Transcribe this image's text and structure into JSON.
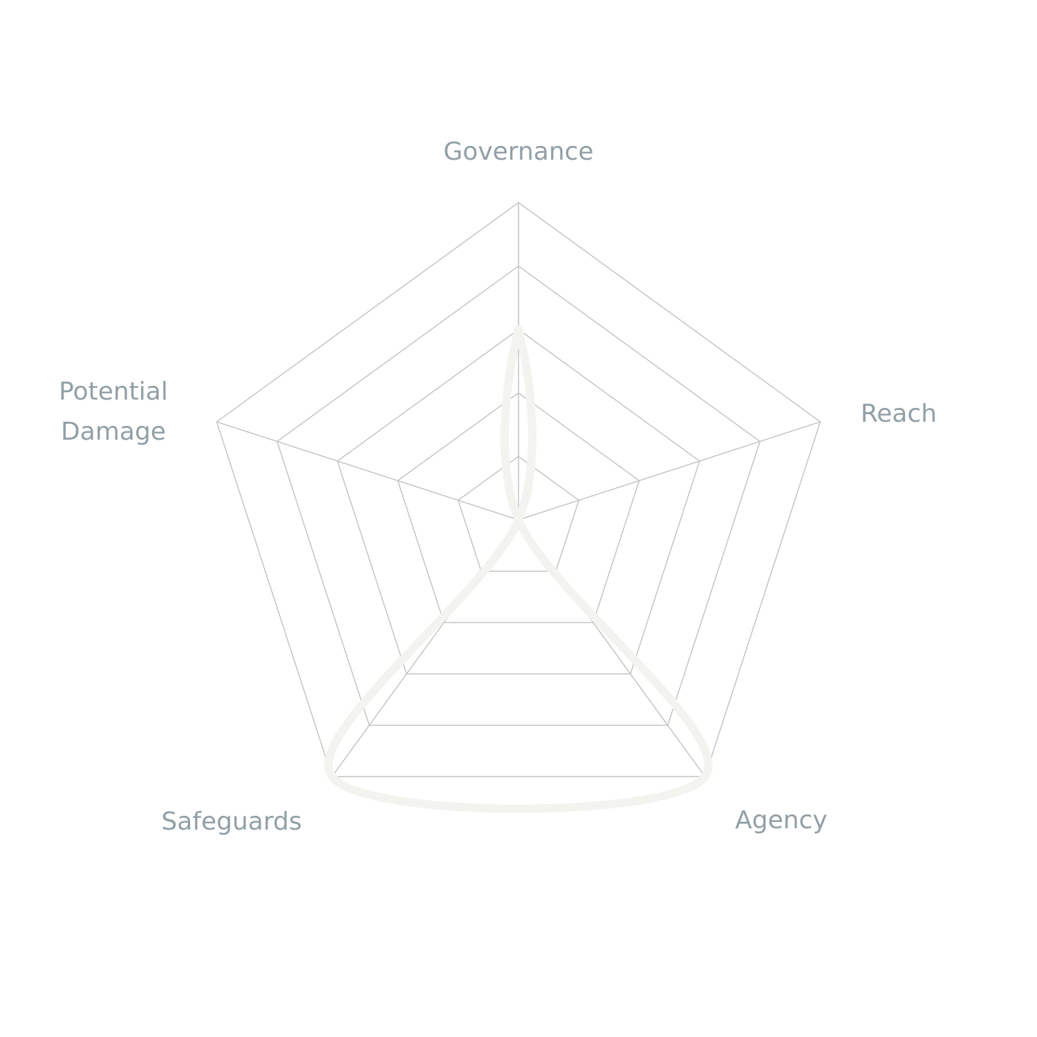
{
  "chart_data": {
    "type": "radar",
    "title": "",
    "axes": [
      "Governance",
      "Reach",
      "Agency",
      "Safeguards",
      "Potential Damage"
    ],
    "axis_labels_display": [
      "Governance",
      "Reach",
      "Agency",
      "Safeguards",
      "Potential\nDamage"
    ],
    "series": [
      {
        "name": "",
        "values": [
          3,
          0,
          5,
          5,
          0
        ],
        "color": "#f3f3ef",
        "smooth": true,
        "fill": "none"
      }
    ],
    "rlim": [
      0,
      5
    ],
    "rings": [
      1,
      2,
      3,
      4,
      5
    ],
    "grid": true,
    "grid_color": "#c4c4c4",
    "label_color": "#929fa6"
  },
  "labels": {
    "governance": "Governance",
    "reach": "Reach",
    "agency": "Agency",
    "safeguards": "Safeguards",
    "potential_damage": "Potential\nDamage"
  }
}
